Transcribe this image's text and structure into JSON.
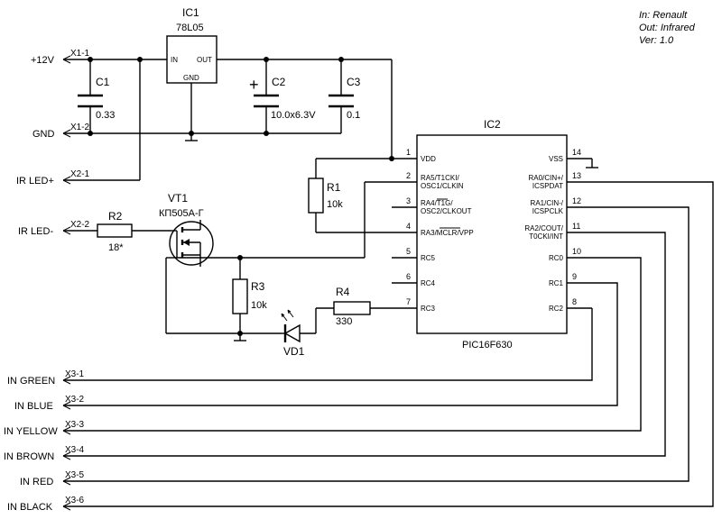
{
  "info": {
    "line1": "In: Renault",
    "line2": "Out: Infrared",
    "line3": "Ver: 1.0"
  },
  "connectors": {
    "x1_1": {
      "ref": "X1-1",
      "net": "+12V"
    },
    "x1_2": {
      "ref": "X1-2",
      "net": "GND"
    },
    "x2_1": {
      "ref": "X2-1",
      "net": "IR LED+"
    },
    "x2_2": {
      "ref": "X2-2",
      "net": "IR LED-"
    },
    "x3": [
      {
        "ref": "X3-1",
        "net": "IN GREEN"
      },
      {
        "ref": "X3-2",
        "net": "IN BLUE"
      },
      {
        "ref": "X3-3",
        "net": "IN YELLOW"
      },
      {
        "ref": "X3-4",
        "net": "IN BROWN"
      },
      {
        "ref": "X3-5",
        "net": "IN RED"
      },
      {
        "ref": "X3-6",
        "net": "IN BLACK"
      }
    ]
  },
  "ic1": {
    "ref": "IC1",
    "part": "78L05",
    "pin_in": "IN",
    "pin_out": "OUT",
    "pin_gnd": "GND"
  },
  "c1": {
    "ref": "C1",
    "value": "0.33"
  },
  "c2": {
    "ref": "C2",
    "value": "10.0x6.3V",
    "plus": "+"
  },
  "c3": {
    "ref": "C3",
    "value": "0.1"
  },
  "r1": {
    "ref": "R1",
    "value": "10k"
  },
  "r2": {
    "ref": "R2",
    "value": "18*"
  },
  "r3": {
    "ref": "R3",
    "value": "10k"
  },
  "r4": {
    "ref": "R4",
    "value": "330"
  },
  "vt1": {
    "ref": "VT1",
    "part": "КП505А-Г"
  },
  "vd1": {
    "ref": "VD1"
  },
  "ic2": {
    "ref": "IC2",
    "part": "PIC16F630",
    "left_pins": [
      {
        "num": "1",
        "name": "VDD"
      },
      {
        "num": "2",
        "name": "RA5/T1CKI/",
        "name2": "OSC1/CLKIN"
      },
      {
        "num": "3",
        "name": "RA4/T1G/",
        "name2": "OSC2/CLKOUT"
      },
      {
        "num": "4",
        "name": "RA3/MCLR/VPP"
      },
      {
        "num": "5",
        "name": "RC5"
      },
      {
        "num": "6",
        "name": "RC4"
      },
      {
        "num": "7",
        "name": "RC3"
      }
    ],
    "right_pins": [
      {
        "num": "14",
        "name": "VSS"
      },
      {
        "num": "13",
        "name": "RA0/CIN+/",
        "name2": "ICSPDAT"
      },
      {
        "num": "12",
        "name": "RA1/CIN-/",
        "name2": "ICSPCLK"
      },
      {
        "num": "11",
        "name": "RA2/COUT/",
        "name2": "T0CKI/INT"
      },
      {
        "num": "10",
        "name": "RC0"
      },
      {
        "num": "9",
        "name": "RC1"
      },
      {
        "num": "8",
        "name": "RC2"
      }
    ]
  }
}
